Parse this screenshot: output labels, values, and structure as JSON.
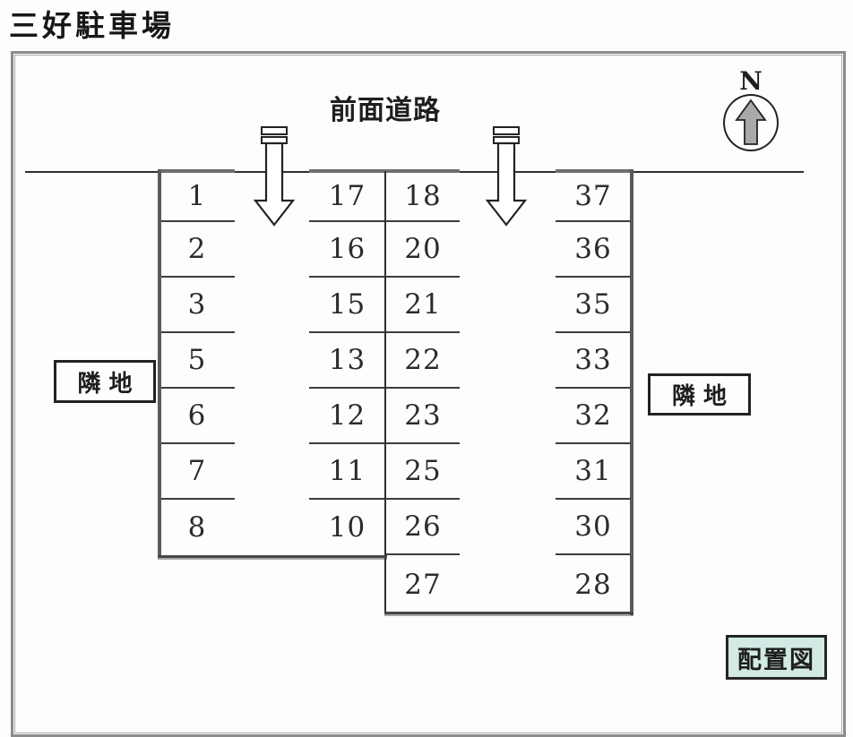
{
  "page_title": "三好駐車場",
  "lot": {
    "road_label": "前面道路",
    "compass_label": "N",
    "adjacent_left_label": "隣 地",
    "adjacent_right_label": "隣 地",
    "caption_label": "配置図",
    "caption_bg_color": "#d2e9e4",
    "entrance_count": 2,
    "columns": [
      {
        "id": "left",
        "spaces": [
          "1",
          "2",
          "3",
          "5",
          "6",
          "7",
          "8"
        ]
      },
      {
        "id": "center-left",
        "spaces": [
          "17",
          "16",
          "15",
          "13",
          "12",
          "11",
          "10"
        ]
      },
      {
        "id": "center-right",
        "spaces": [
          "18",
          "20",
          "21",
          "22",
          "23",
          "25",
          "26",
          "27"
        ]
      },
      {
        "id": "right",
        "spaces": [
          "37",
          "36",
          "35",
          "33",
          "32",
          "31",
          "30",
          "28"
        ]
      }
    ]
  }
}
